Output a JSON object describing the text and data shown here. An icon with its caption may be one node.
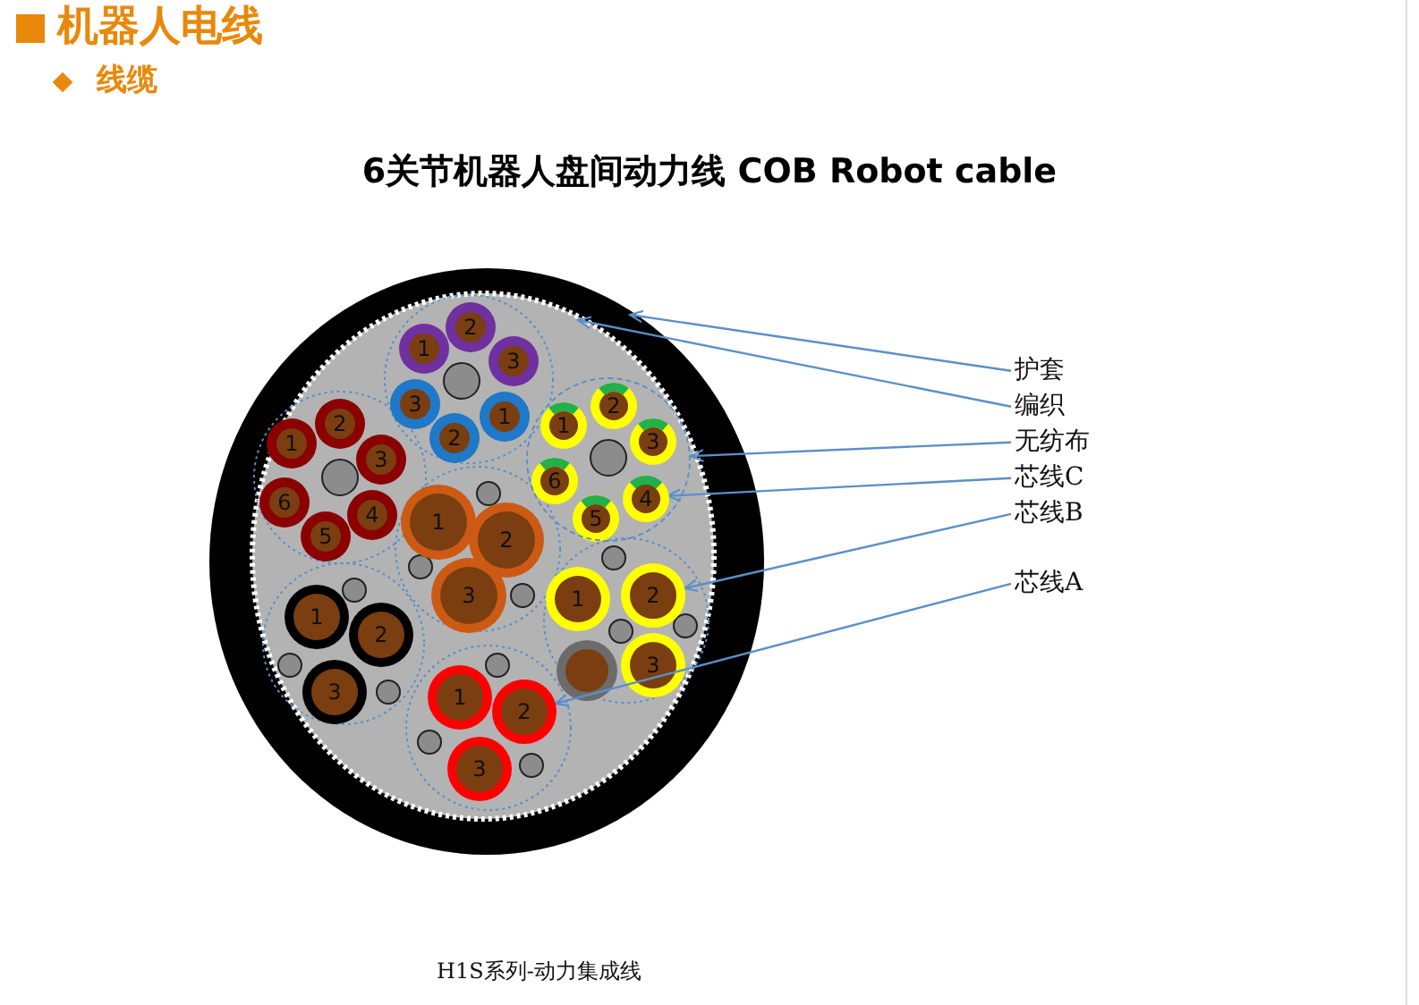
{
  "diagram": {
    "title": "6关节机器人盘间动力线 COB Robot cable",
    "caption": "H1S系列-动力集成线",
    "nodes": [
      {
        "text": [
          "护套"
        ]
      },
      {
        "text": [
          "编织"
        ]
      },
      {
        "text": [
          "无纺布"
        ]
      },
      {
        "text": [
          "芯线C"
        ]
      },
      {
        "text": [
          "芯线B"
        ]
      },
      {
        "text": [
          "芯线A"
        ]
      },
      {
        "text": [],
        "shape": "circle"
      },
      {
        "text": [
          "4"
        ],
        "in": 6
      },
      {
        "text": [
          "2"
        ]
      },
      {
        "text": [
          "2"
        ]
      }
    ],
    "edges": [
      {
        "from": 0,
        "to": null,
        "arrow": "to"
      },
      {
        "from": 1,
        "to": null,
        "arrow": "to"
      },
      {
        "from": 2,
        "to": 6,
        "arrow": "to"
      },
      {
        "from": 3,
        "to": 7,
        "arrow": "to"
      },
      {
        "from": 4,
        "to": 8,
        "arrow": "to"
      },
      {
        "from": 5,
        "to": 9,
        "arrow": "to"
      }
    ],
    "labels": [
      "机器人电线",
      "线缆",
      "1",
      "2",
      "3",
      "2",
      "3",
      "1",
      "1",
      "2",
      "1",
      "3",
      "2",
      "3",
      "6",
      "5",
      "4",
      "1",
      "2",
      "6",
      "5",
      "1",
      "2",
      "3",
      "1",
      "3",
      "3",
      "1",
      "3"
    ]
  }
}
